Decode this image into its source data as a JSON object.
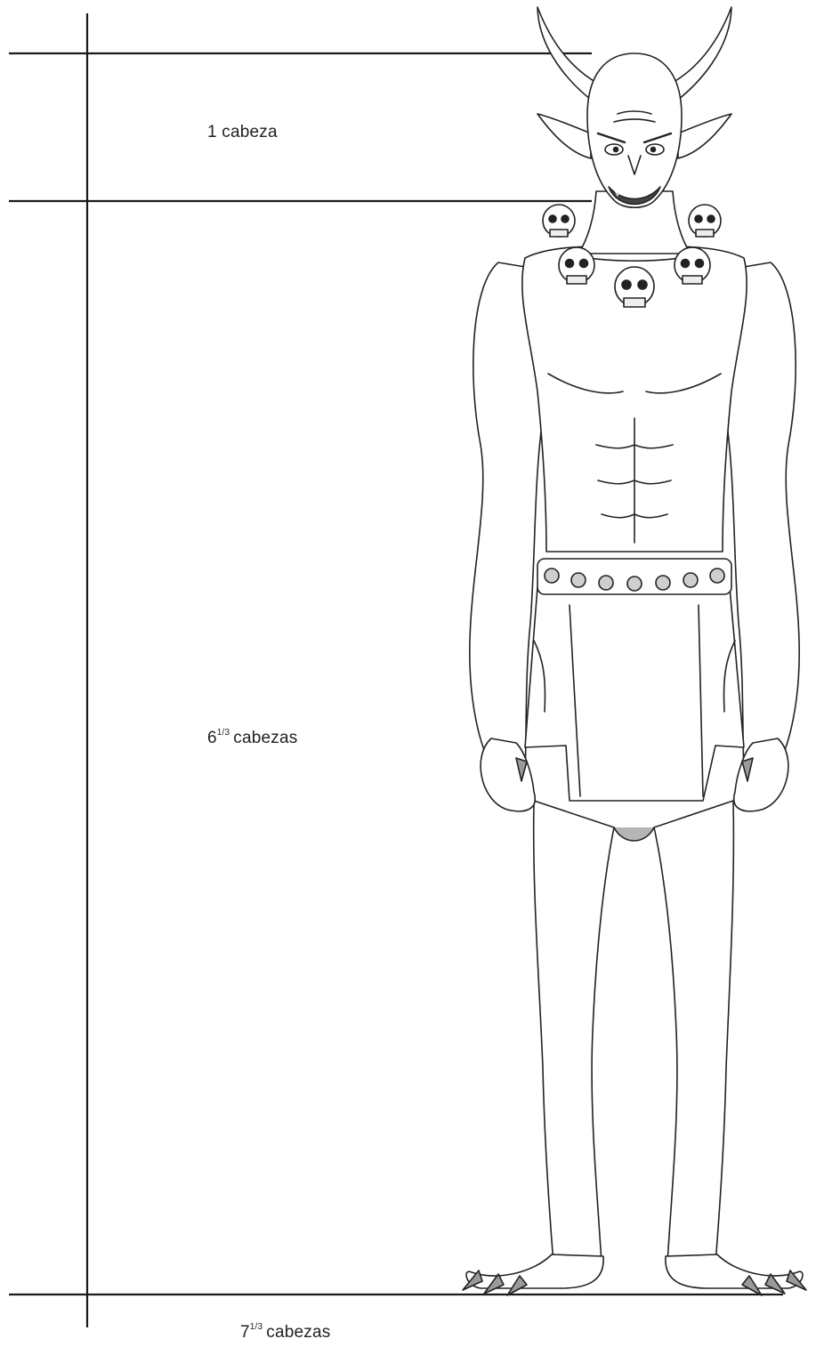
{
  "labels": {
    "head": {
      "text": "1 cabeza"
    },
    "body": {
      "whole": "6",
      "fraction": "1/3",
      "unit": "cabezas"
    },
    "total": {
      "whole": "7",
      "fraction": "1/3",
      "unit": "cabezas"
    }
  },
  "colors": {
    "line": "#1a1a1a",
    "figure_stroke": "#222222",
    "figure_fill": "#ffffff",
    "gray_fill": "#b5b5b5"
  }
}
